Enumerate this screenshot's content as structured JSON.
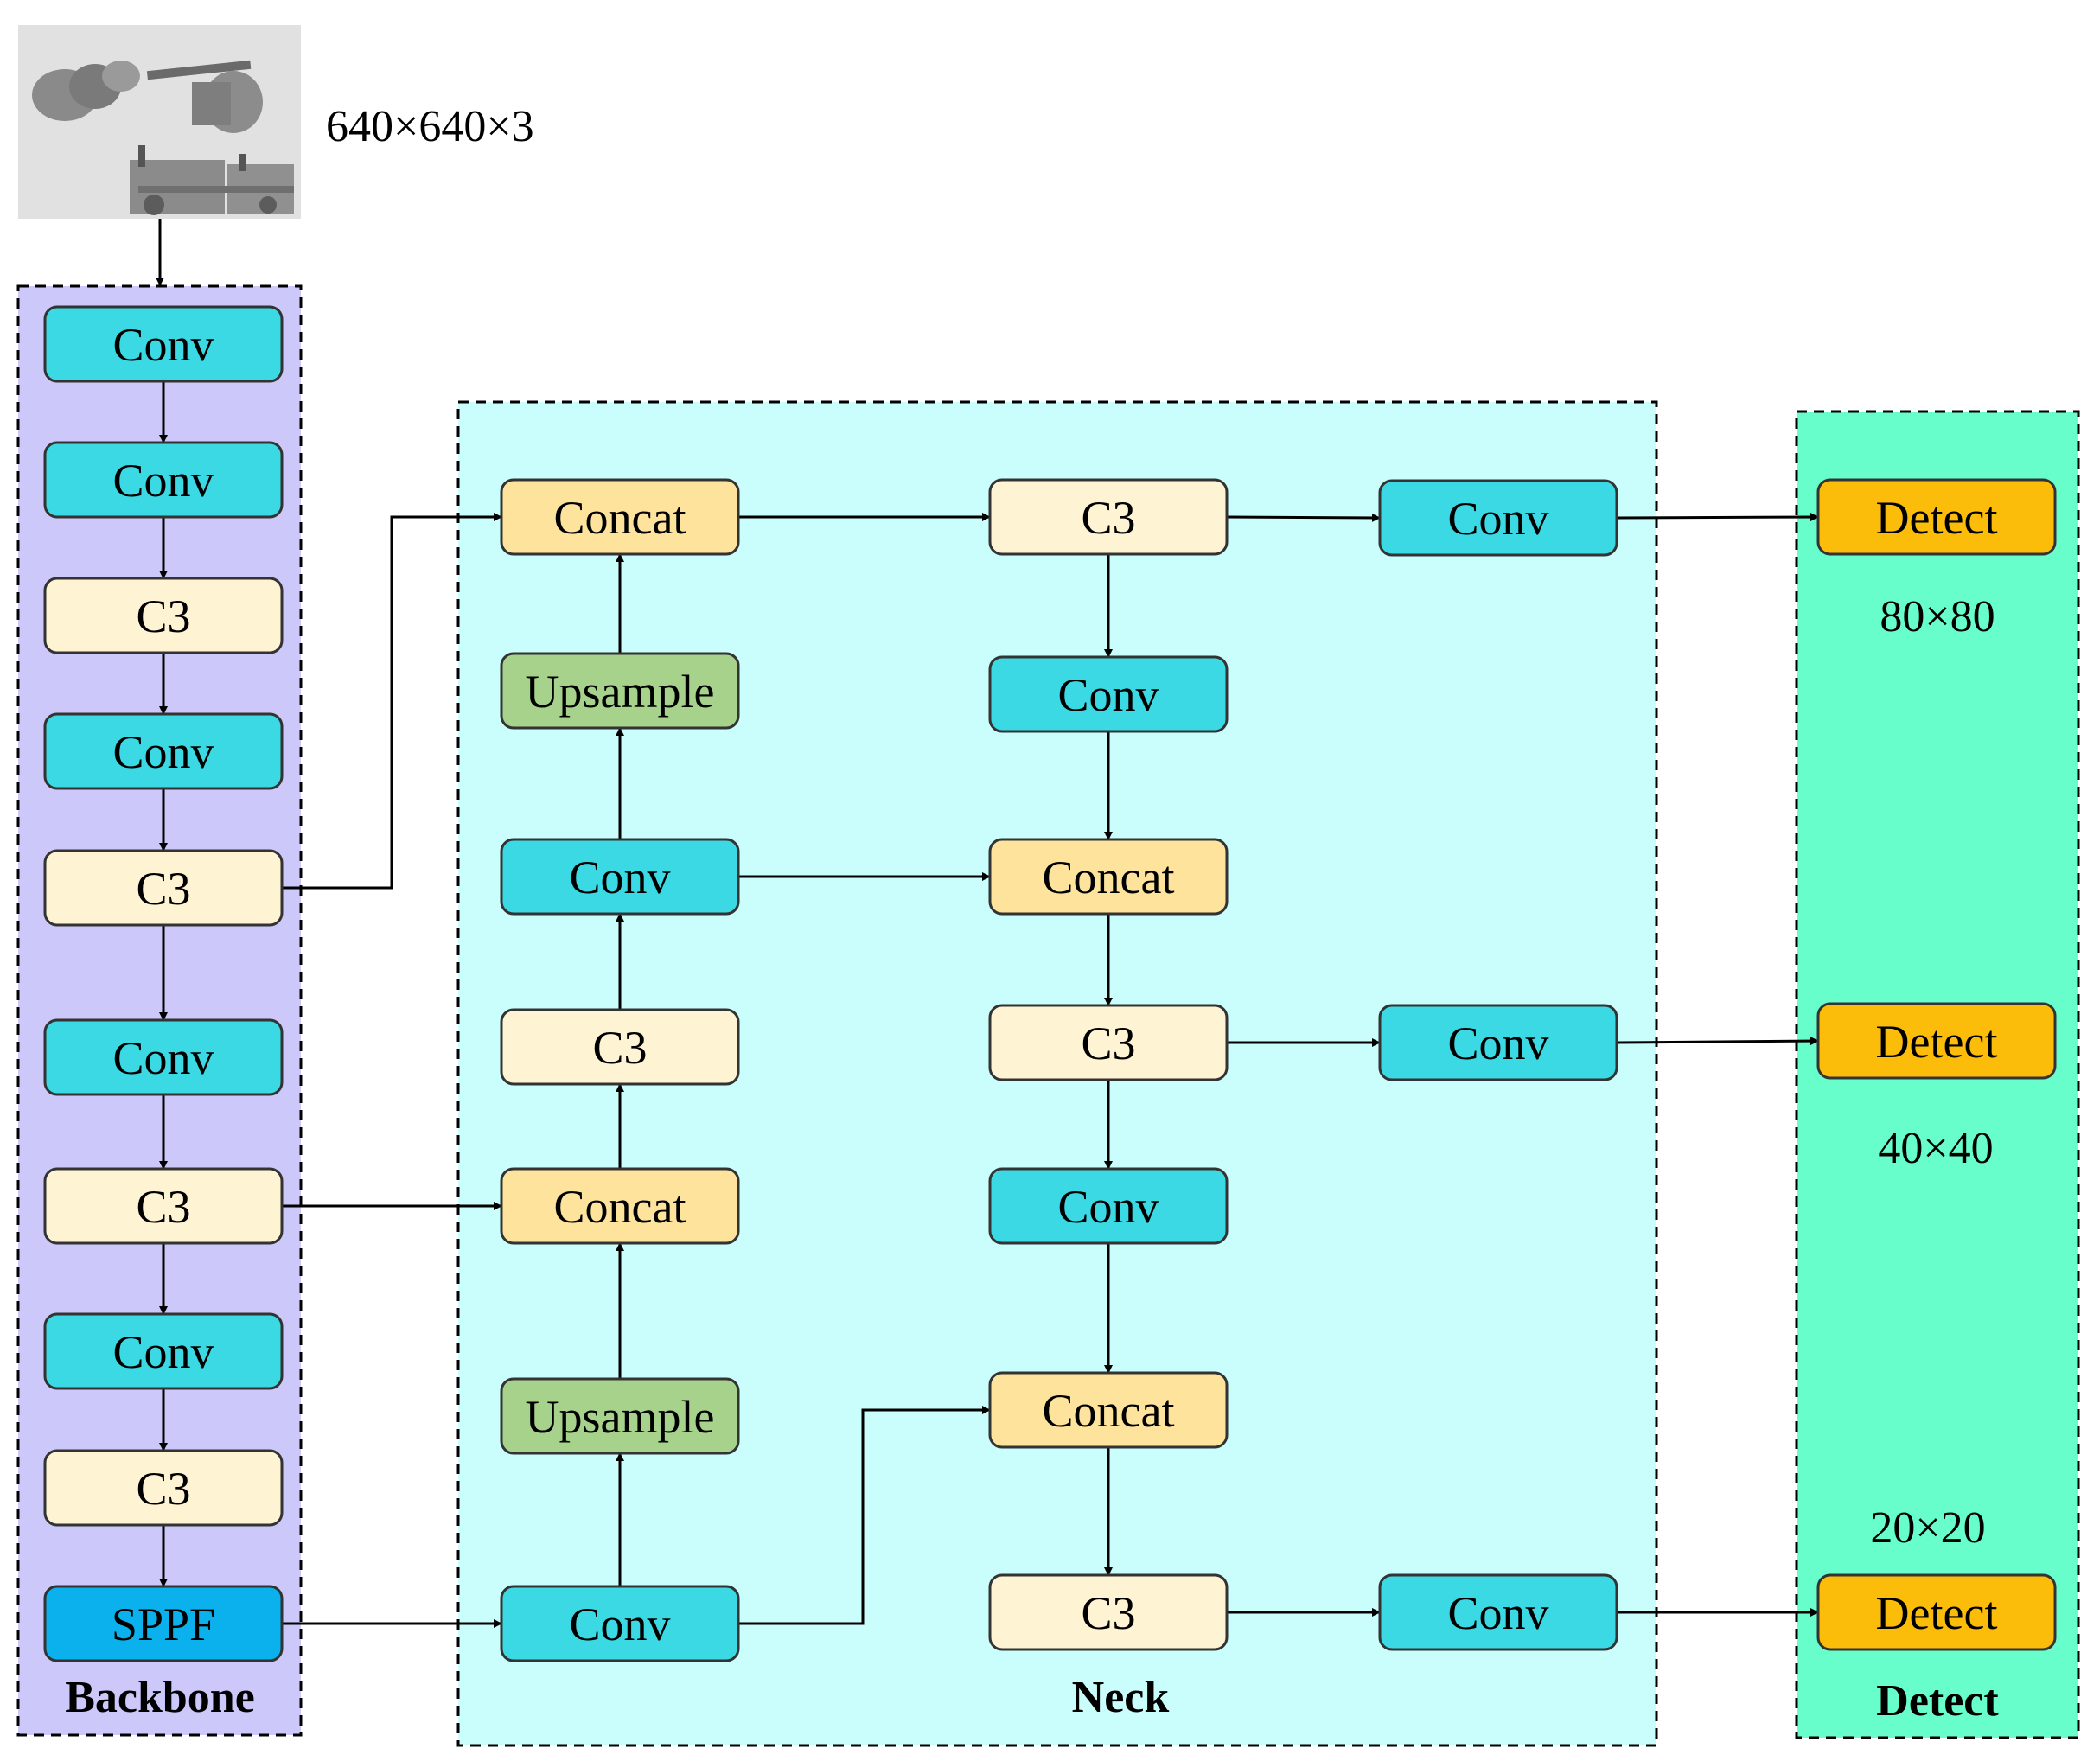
{
  "input": {
    "image_label": "input valve image",
    "size_label": "640×640×3"
  },
  "colors": {
    "backbone_bg": "#CCC9FA",
    "neck_bg": "#CAFEFC",
    "detect_bg": "#67FECB",
    "conv": "#3AD9E4",
    "c3": "#FEF3D3",
    "concat": "#FDE39C",
    "upsample": "#A6D28C",
    "sppf": "#0AB1EC",
    "detect": "#FCBD0A"
  },
  "sections": {
    "backbone": "Backbone",
    "neck": "Neck",
    "detect": "Detect"
  },
  "backbone": [
    {
      "id": "b1",
      "label": "Conv",
      "type": "conv"
    },
    {
      "id": "b2",
      "label": "Conv",
      "type": "conv"
    },
    {
      "id": "b3",
      "label": "C3",
      "type": "c3"
    },
    {
      "id": "b4",
      "label": "Conv",
      "type": "conv"
    },
    {
      "id": "b5",
      "label": "C3",
      "type": "c3"
    },
    {
      "id": "b6",
      "label": "Conv",
      "type": "conv"
    },
    {
      "id": "b7",
      "label": "C3",
      "type": "c3"
    },
    {
      "id": "b8",
      "label": "Conv",
      "type": "conv"
    },
    {
      "id": "b9",
      "label": "C3",
      "type": "c3"
    },
    {
      "id": "b10",
      "label": "SPPF",
      "type": "sppf"
    }
  ],
  "neck_left": [
    {
      "id": "nl1",
      "label": "Concat",
      "type": "concat"
    },
    {
      "id": "nl2",
      "label": "Upsample",
      "type": "upsample"
    },
    {
      "id": "nl3",
      "label": "Conv",
      "type": "conv"
    },
    {
      "id": "nl4",
      "label": "C3",
      "type": "c3"
    },
    {
      "id": "nl5",
      "label": "Concat",
      "type": "concat"
    },
    {
      "id": "nl6",
      "label": "Upsample",
      "type": "upsample"
    },
    {
      "id": "nl7",
      "label": "Conv",
      "type": "conv"
    }
  ],
  "neck_mid": [
    {
      "id": "nm1",
      "label": "C3",
      "type": "c3"
    },
    {
      "id": "nm2",
      "label": "Conv",
      "type": "conv"
    },
    {
      "id": "nm3",
      "label": "Concat",
      "type": "concat"
    },
    {
      "id": "nm4",
      "label": "C3",
      "type": "c3"
    },
    {
      "id": "nm5",
      "label": "Conv",
      "type": "conv"
    },
    {
      "id": "nm6",
      "label": "Concat",
      "type": "concat"
    },
    {
      "id": "nm7",
      "label": "C3",
      "type": "c3"
    }
  ],
  "neck_right": [
    {
      "id": "nr1",
      "label": "Conv",
      "type": "conv"
    },
    {
      "id": "nr2",
      "label": "Conv",
      "type": "conv"
    },
    {
      "id": "nr3",
      "label": "Conv",
      "type": "conv"
    }
  ],
  "detect": [
    {
      "id": "d1",
      "label": "Detect",
      "type": "detect",
      "scale": "80×80"
    },
    {
      "id": "d2",
      "label": "Detect",
      "type": "detect",
      "scale": "40×40"
    },
    {
      "id": "d3",
      "label": "Detect",
      "type": "detect",
      "scale": "20×20"
    }
  ]
}
